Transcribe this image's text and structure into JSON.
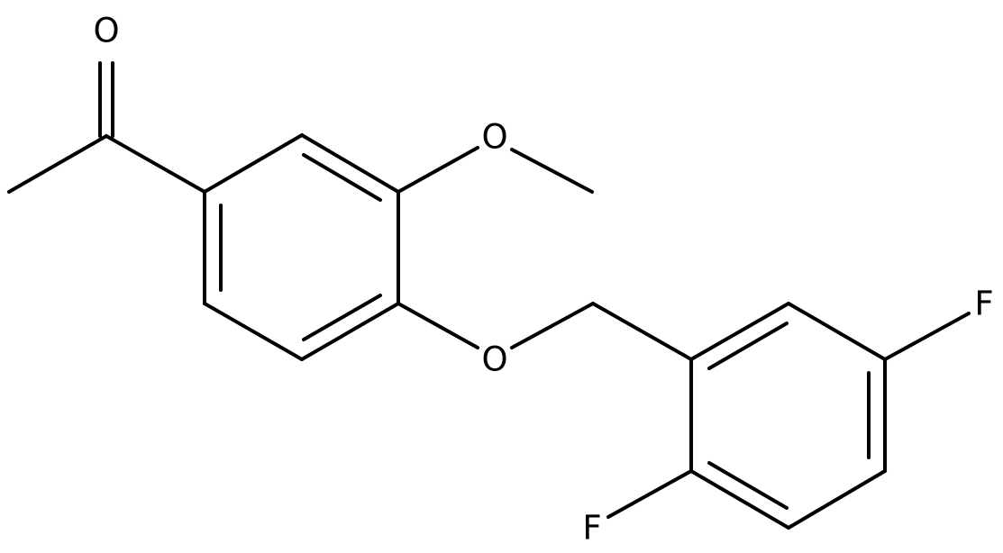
{
  "atoms": {
    "carbonyl_oxygen": "O",
    "methoxy_oxygen": "O",
    "ether_oxygen": "O",
    "fluorine_ring_top": "F",
    "fluorine_ring_bottom": "F"
  },
  "colors": {
    "bond": "#000000",
    "label": "#000000",
    "background": "#ffffff"
  }
}
